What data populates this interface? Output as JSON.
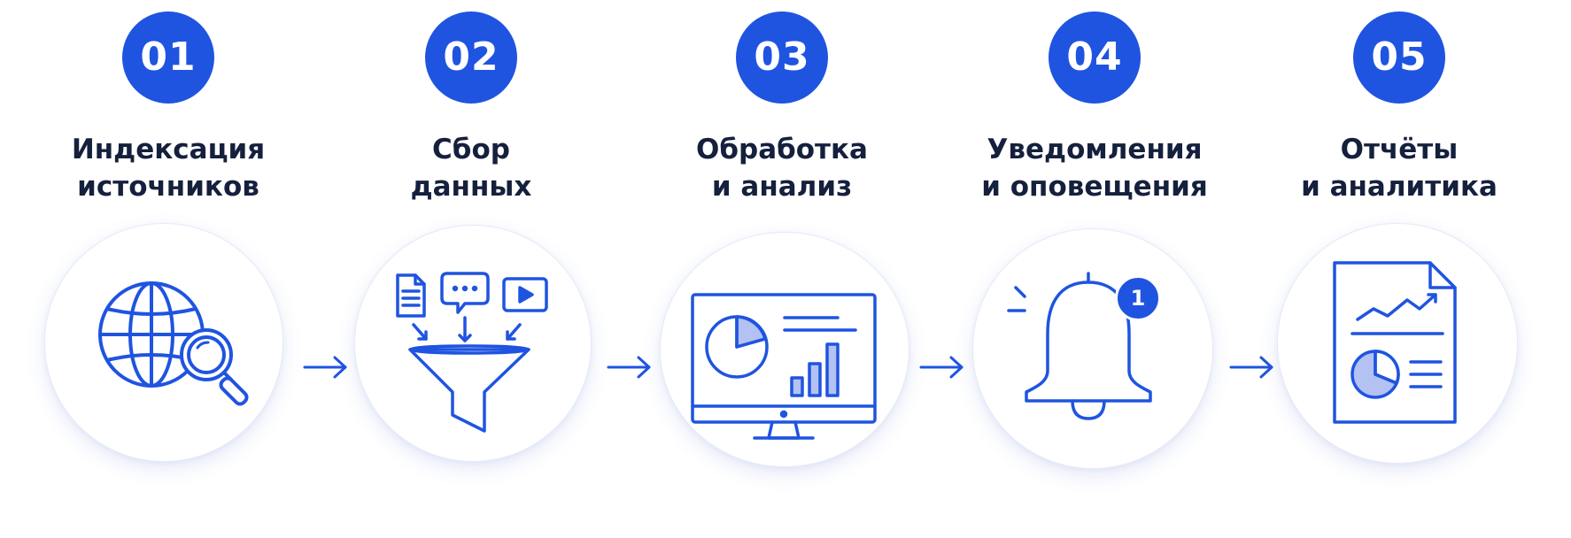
{
  "colors": {
    "accent": "#1f54e0",
    "title_text": "#15203d",
    "light_fill": "#b3c2f3",
    "disc_border": "#e6eaf7"
  },
  "steps": [
    {
      "number": "01",
      "title_line1": "Индексация",
      "title_line2": "источников",
      "icon": "globe-search-icon"
    },
    {
      "number": "02",
      "title_line1": "Сбор",
      "title_line2": "данных",
      "icon": "funnel-collect-icon"
    },
    {
      "number": "03",
      "title_line1": "Обработка",
      "title_line2": "и анализ",
      "icon": "monitor-analytics-icon"
    },
    {
      "number": "04",
      "title_line1": "Уведомления",
      "title_line2": "и оповещения",
      "icon": "bell-notification-icon",
      "badge_count": "1"
    },
    {
      "number": "05",
      "title_line1": "Отчёты",
      "title_line2": "и аналитика",
      "icon": "report-document-icon"
    }
  ],
  "connectors": [
    "arrow-right-icon",
    "arrow-right-icon",
    "arrow-right-icon",
    "arrow-right-icon"
  ]
}
